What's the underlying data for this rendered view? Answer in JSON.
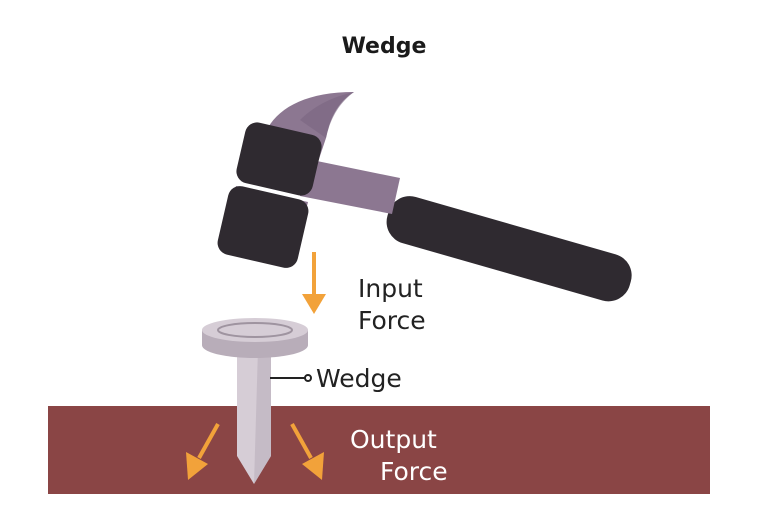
{
  "title": "Wedge",
  "labels": {
    "input_force_line1": "Input",
    "input_force_line2": "Force",
    "wedge": "Wedge",
    "output_force_line1": "Output",
    "output_force_line2": "Force"
  },
  "colors": {
    "ground": "#8a4545",
    "hammer_head": "#2f2a30",
    "hammer_claw": "#8c7791",
    "nail": "#d6cdd6",
    "nail_shade": "#b8adb9",
    "arrow": "#f2a23a"
  },
  "icons": [
    "hammer-icon",
    "nail-icon",
    "arrow-down-icon",
    "arrow-down-left-icon",
    "arrow-down-right-icon"
  ]
}
